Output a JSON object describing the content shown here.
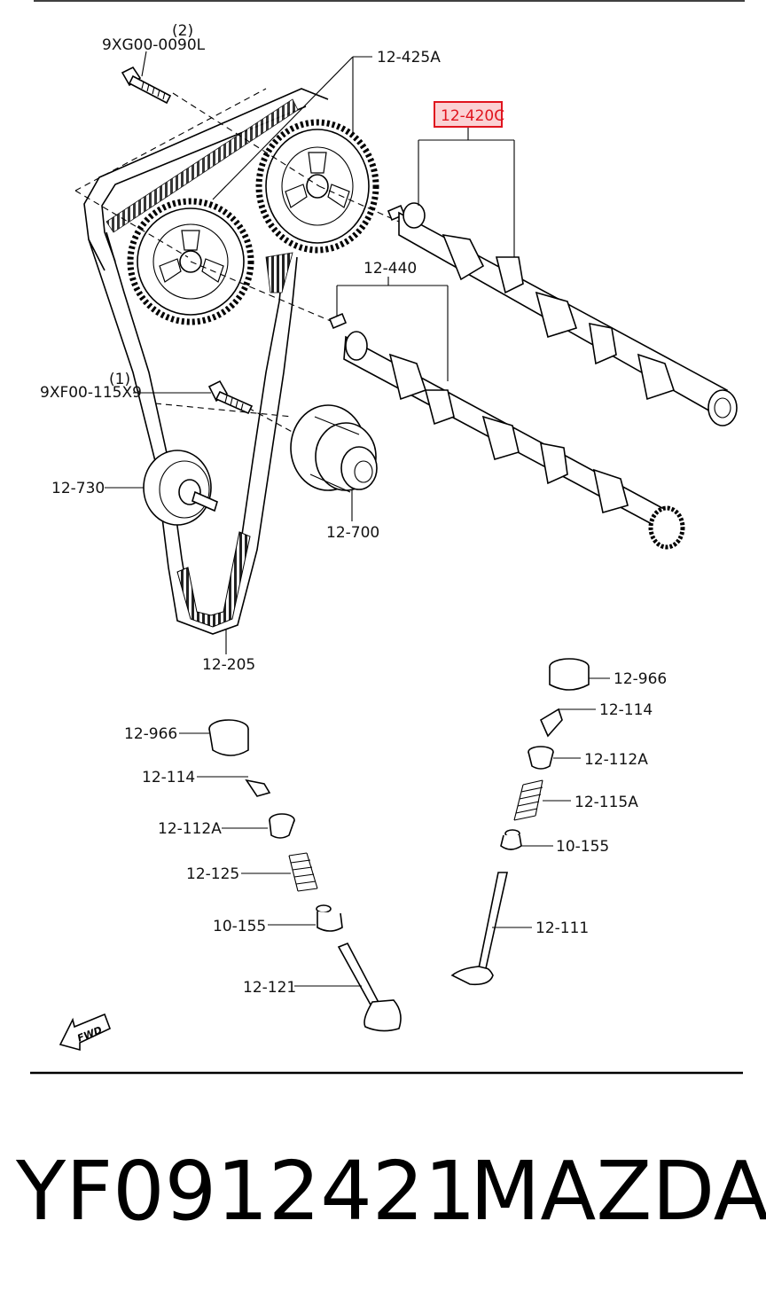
{
  "callouts": {
    "bolt_top_qty": "(2)",
    "bolt_top_code": "9XG00-0090L",
    "pulley": "12-425A",
    "camshaft_highlighted": "12-420C",
    "camshaft_lower": "12-440",
    "bolt_mid_qty": "(1)",
    "bolt_mid_code": "9XF00-115X9",
    "idler": "12-730",
    "tensioner": "12-700",
    "belt": "12-205",
    "tappet_right": "12-966",
    "key_right": "12-114",
    "seat_right": "12-112A",
    "spring_right": "12-115A",
    "seal_right": "10-155",
    "valve_right": "12-111",
    "tappet_left": "12-966",
    "key_left": "12-114",
    "seat_left": "12-112A",
    "spring_left": "12-125",
    "seal_left": "10-155",
    "valve_left": "12-121"
  },
  "fwd_label": "FWD",
  "footer": {
    "part_number": "YF0912421",
    "make": "MAZDA"
  },
  "colors": {
    "highlight_border": "#e0141e",
    "highlight_fill": "#fbd2d4"
  }
}
